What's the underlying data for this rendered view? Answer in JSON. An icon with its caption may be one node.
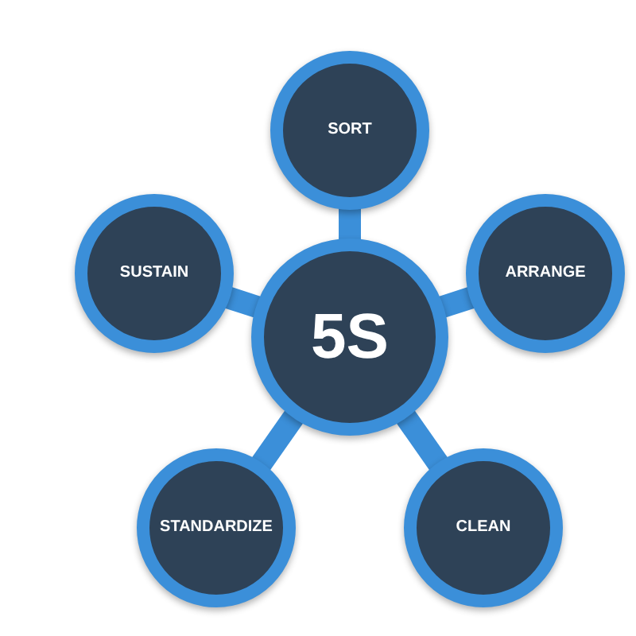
{
  "diagram": {
    "nodes": [
      {
        "text": [
          "5S"
        ]
      },
      {
        "text": [
          "SORT"
        ]
      },
      {
        "text": [
          "ARRANGE"
        ]
      },
      {
        "text": [
          "CLEAN"
        ]
      },
      {
        "text": [
          "STANDARDIZE"
        ]
      },
      {
        "text": [
          "SUSTAIN"
        ]
      }
    ],
    "edges": [
      {
        "from": 0,
        "to": 1,
        "arrow": "none"
      },
      {
        "from": 0,
        "to": 2,
        "arrow": "none"
      },
      {
        "from": 0,
        "to": 3,
        "arrow": "none"
      },
      {
        "from": 0,
        "to": 4,
        "arrow": "none"
      },
      {
        "from": 0,
        "to": 5,
        "arrow": "none"
      }
    ]
  }
}
